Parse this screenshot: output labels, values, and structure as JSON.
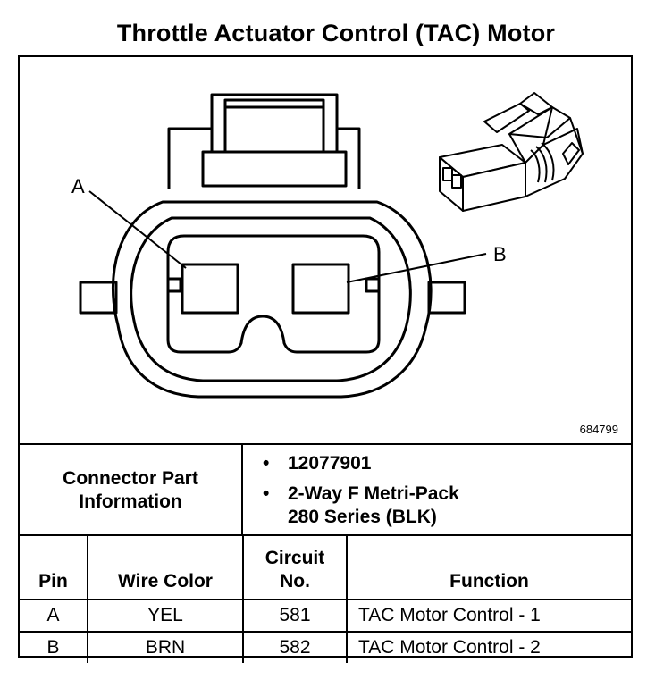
{
  "title": "Throttle Actuator Control (TAC) Motor",
  "diagram": {
    "pin_labels": [
      "A",
      "B"
    ],
    "figure_id": "684799"
  },
  "connector_info": {
    "label_line1": "Connector Part",
    "label_line2": "Information",
    "items": [
      "12077901",
      "2-Way F Metri-Pack"
    ],
    "item2_line2": "280 Series (BLK)"
  },
  "table": {
    "headers": {
      "pin": "Pin",
      "wire_color": "Wire Color",
      "circuit_line1": "Circuit",
      "circuit_line2": "No.",
      "function": "Function"
    },
    "rows": [
      {
        "pin": "A",
        "wire_color": "YEL",
        "circuit": "581",
        "function": "TAC Motor Control - 1"
      },
      {
        "pin": "B",
        "wire_color": "BRN",
        "circuit": "582",
        "function": "TAC Motor Control - 2"
      }
    ]
  },
  "bullet_glyph": "•"
}
